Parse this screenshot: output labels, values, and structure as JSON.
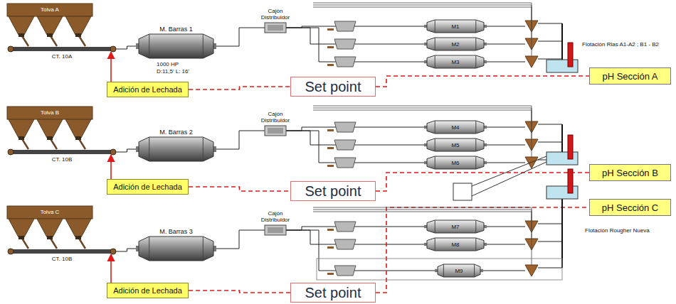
{
  "diagram": {
    "nodes": [
      {
        "text": [
          "Tolva A"
        ]
      },
      {
        "text": [
          "CT. 10A"
        ]
      },
      {
        "text": [
          "M. Barras 1"
        ]
      },
      {
        "text": [
          "Cajón Distribuidor"
        ]
      },
      {
        "text": [
          "M1"
        ]
      },
      {
        "text": [
          "M2"
        ]
      },
      {
        "text": [
          "M3"
        ]
      },
      {
        "text": [
          "Adición de Lechada"
        ]
      },
      {
        "text": [
          "Set point"
        ]
      },
      {
        "text": [
          "pH Sección A"
        ]
      },
      {
        "text": [
          "Tolva B"
        ]
      },
      {
        "text": [
          "CT. 10B"
        ]
      },
      {
        "text": [
          "M. Barras 2"
        ]
      },
      {
        "text": [
          "Cajón Distribuidor"
        ]
      },
      {
        "text": [
          "M4"
        ]
      },
      {
        "text": [
          "M5"
        ]
      },
      {
        "text": [
          "M6"
        ]
      },
      {
        "text": [
          "Adición de Lechada"
        ]
      },
      {
        "text": [
          "Set point"
        ]
      },
      {
        "text": [
          "pH Sección B"
        ]
      },
      {
        "text": [
          "Tolva C"
        ]
      },
      {
        "text": [
          "CT. 10B"
        ]
      },
      {
        "text": [
          "M. Barras 3"
        ]
      },
      {
        "text": [
          "Cajón Distribuidor"
        ]
      },
      {
        "text": [
          "M7"
        ]
      },
      {
        "text": [
          "M8"
        ]
      },
      {
        "text": [
          "M9"
        ]
      },
      {
        "text": [
          "Adición de Lechada"
        ]
      },
      {
        "text": [
          "Set point"
        ]
      },
      {
        "text": [
          "pH Sección C"
        ]
      }
    ],
    "edges": [
      {
        "from": 1,
        "to": 2,
        "arrow": "none"
      },
      {
        "from": 2,
        "to": 3,
        "arrow": "none"
      },
      {
        "from": 3,
        "to": 4,
        "arrow": "none"
      },
      {
        "from": 3,
        "to": 5,
        "arrow": "none"
      },
      {
        "from": 3,
        "to": 6,
        "arrow": "none"
      },
      {
        "from": 7,
        "to": 1,
        "arrow": "to"
      },
      {
        "from": 7,
        "to": 8,
        "arrow": "none"
      },
      {
        "from": 8,
        "to": 9,
        "arrow": "none"
      },
      {
        "from": 11,
        "to": 12,
        "arrow": "none"
      },
      {
        "from": 12,
        "to": 13,
        "arrow": "none"
      },
      {
        "from": 13,
        "to": 14,
        "arrow": "none"
      },
      {
        "from": 13,
        "to": 15,
        "arrow": "none"
      },
      {
        "from": 13,
        "to": 16,
        "arrow": "none"
      },
      {
        "from": 17,
        "to": 11,
        "arrow": "to"
      },
      {
        "from": 17,
        "to": 18,
        "arrow": "none"
      },
      {
        "from": 18,
        "to": 19,
        "arrow": "none"
      },
      {
        "from": 21,
        "to": 22,
        "arrow": "none"
      },
      {
        "from": 22,
        "to": 23,
        "arrow": "none"
      },
      {
        "from": 23,
        "to": 24,
        "arrow": "none"
      },
      {
        "from": 23,
        "to": 25,
        "arrow": "none"
      },
      {
        "from": 23,
        "to": 26,
        "arrow": "none"
      },
      {
        "from": 27,
        "to": 21,
        "arrow": "to"
      },
      {
        "from": 27,
        "to": 28,
        "arrow": "none"
      },
      {
        "from": 28,
        "to": 29,
        "arrow": "none"
      }
    ],
    "labels": [
      "1000 HP",
      "D:11,5' L: 16'",
      "Flotación Rlas A1-A2 ; B1 - B2",
      "Flotación Rougher Nueva"
    ]
  }
}
